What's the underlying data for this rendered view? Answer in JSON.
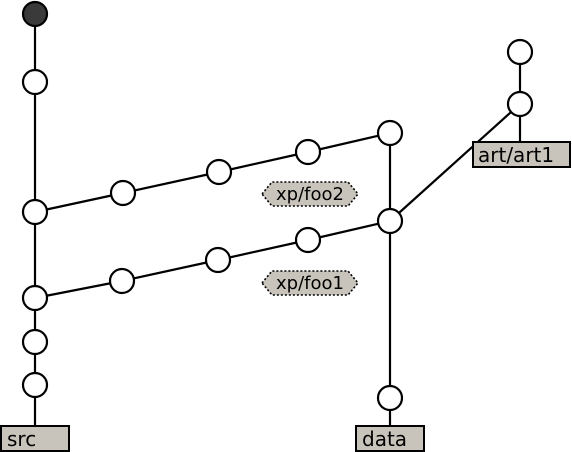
{
  "graph": {
    "branches": [
      {
        "label": "src",
        "kind": "branch"
      },
      {
        "label": "data",
        "kind": "branch"
      },
      {
        "label": "art/art1",
        "kind": "branch"
      }
    ],
    "tags": [
      {
        "label": "xp/foo2",
        "kind": "tag"
      },
      {
        "label": "xp/foo1",
        "kind": "tag"
      }
    ],
    "root_color": "#3a3a3a",
    "label_fill": "#c8c4bc"
  }
}
